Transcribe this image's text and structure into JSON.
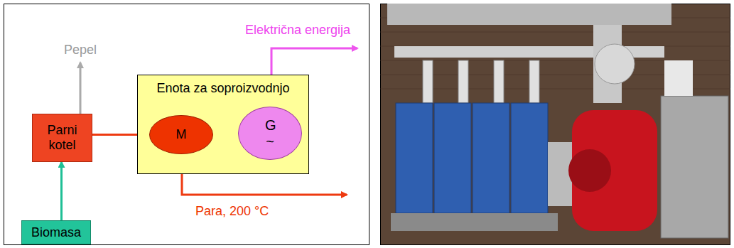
{
  "diagram": {
    "nodes": [
      {
        "text": [
          "Parni kotel"
        ]
      },
      {
        "text": [
          "Biomasa"
        ]
      },
      {
        "text": [
          "Enota za soproizvodnjo"
        ]
      },
      {
        "text": [
          "M"
        ],
        "in": 2
      },
      {
        "text": [
          "G ~"
        ],
        "in": 2
      }
    ],
    "edges": [
      {
        "from": 1,
        "to": 0,
        "arrow": "to"
      },
      {
        "from": 0,
        "to": 3,
        "arrow": "to"
      },
      {
        "from": 3,
        "to": 4,
        "arrow": "none"
      }
    ],
    "labels": [
      "Pepel",
      "Električna energija",
      "Para, 200 °C"
    ]
  }
}
